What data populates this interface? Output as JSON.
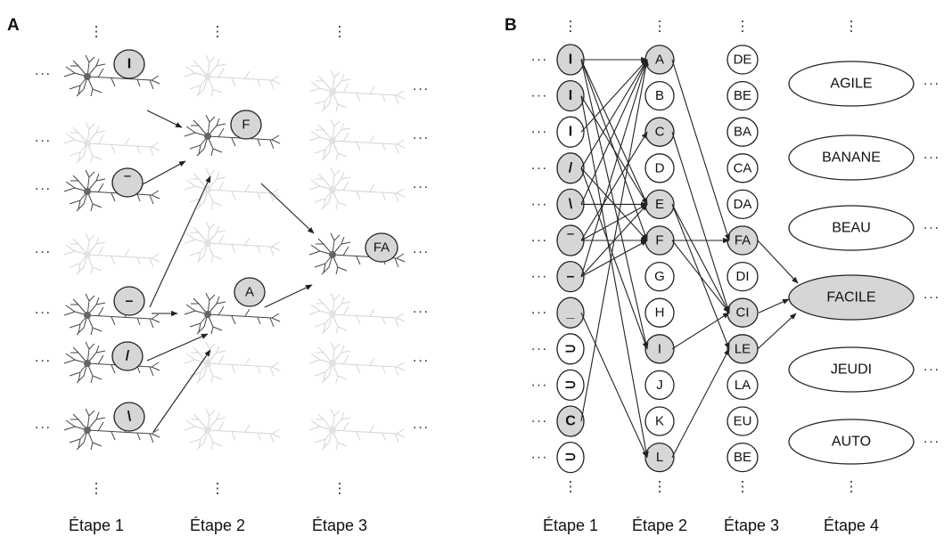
{
  "panel_a": {
    "label": "A",
    "steps": [
      "Étape 1",
      "Étape 2",
      "Étape 3"
    ],
    "step1_features": [
      "I",
      "‾",
      "–",
      "/",
      "\\"
    ],
    "step2_letters": [
      "F",
      "A"
    ],
    "step3_bigram": "FA",
    "ellipsis": "···",
    "vdots": "⋮"
  },
  "panel_b": {
    "label": "B",
    "steps": [
      "Étape 1",
      "Étape 2",
      "Étape 3",
      "Étape 4"
    ],
    "features": [
      {
        "g": "I",
        "active": true
      },
      {
        "g": "I",
        "active": true
      },
      {
        "g": "I",
        "active": false
      },
      {
        "g": "/",
        "active": true
      },
      {
        "g": "\\",
        "active": true
      },
      {
        "g": "‾",
        "active": true
      },
      {
        "g": "–",
        "active": true
      },
      {
        "g": "_",
        "active": true
      },
      {
        "g": "⊃",
        "active": false
      },
      {
        "g": "⊃",
        "active": false
      },
      {
        "g": "C",
        "active": true
      },
      {
        "g": "⊃",
        "active": false
      }
    ],
    "letters": [
      {
        "t": "A",
        "active": true
      },
      {
        "t": "B",
        "active": false
      },
      {
        "t": "C",
        "active": true
      },
      {
        "t": "D",
        "active": false
      },
      {
        "t": "E",
        "active": true
      },
      {
        "t": "F",
        "active": true
      },
      {
        "t": "G",
        "active": false
      },
      {
        "t": "H",
        "active": false
      },
      {
        "t": "I",
        "active": true
      },
      {
        "t": "J",
        "active": false
      },
      {
        "t": "K",
        "active": false
      },
      {
        "t": "L",
        "active": true
      }
    ],
    "bigrams": [
      {
        "t": "DE",
        "active": false
      },
      {
        "t": "BE",
        "active": false
      },
      {
        "t": "BA",
        "active": false
      },
      {
        "t": "CA",
        "active": false
      },
      {
        "t": "DA",
        "active": false
      },
      {
        "t": "FA",
        "active": true
      },
      {
        "t": "DI",
        "active": false
      },
      {
        "t": "CI",
        "active": true
      },
      {
        "t": "LE",
        "active": true
      },
      {
        "t": "LA",
        "active": false
      },
      {
        "t": "EU",
        "active": false
      },
      {
        "t": "BE",
        "active": false
      }
    ],
    "words": [
      {
        "t": "AGILE",
        "active": false
      },
      {
        "t": "BANANE",
        "active": false
      },
      {
        "t": "BEAU",
        "active": false
      },
      {
        "t": "FACILE",
        "active": true
      },
      {
        "t": "JEUDI",
        "active": false
      },
      {
        "t": "AUTO",
        "active": false
      }
    ],
    "ellipsis": "···",
    "vdots": "⋮"
  },
  "colors": {
    "active_fill": "#d6d6d6",
    "inactive_fill": "#ffffff",
    "stroke": "#222222",
    "faint_neuron": "#d4d4d4"
  }
}
